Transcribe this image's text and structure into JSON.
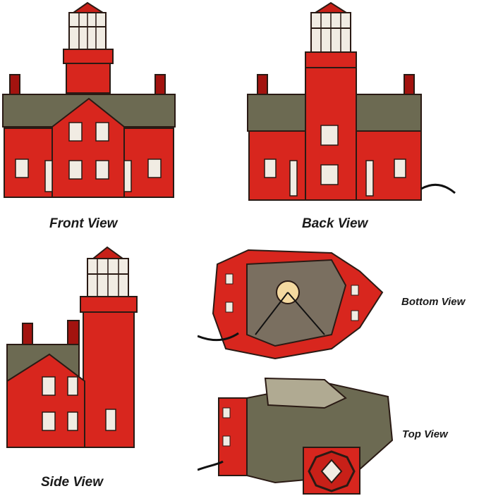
{
  "captions": {
    "front": "Front View",
    "back": "Back View",
    "side": "Side View",
    "bottom": "Bottom View",
    "top": "Top View"
  },
  "palette": {
    "glass_red": "#d8261e",
    "glass_red_dark": "#a3130f",
    "roof_glass": "#6c6a52",
    "window_glass": "#f1ece3",
    "came_lead": "#2a1a14",
    "cord": "#111111"
  }
}
